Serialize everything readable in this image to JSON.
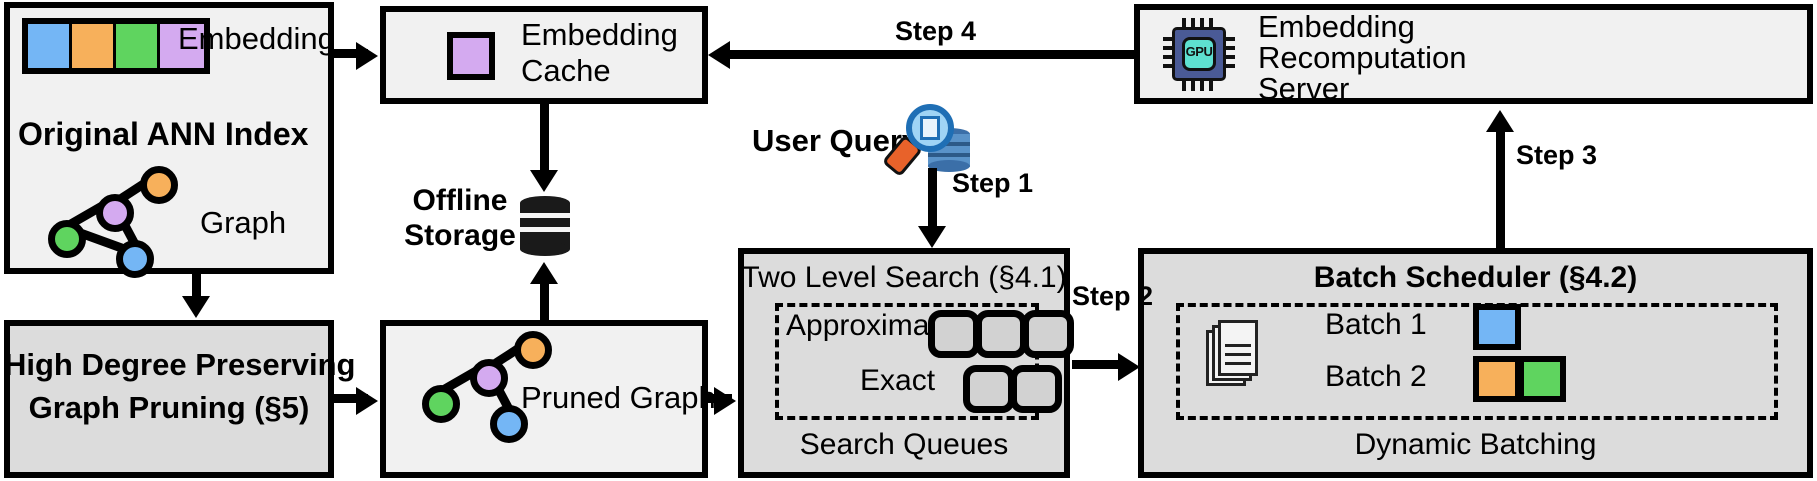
{
  "diagram": {
    "title": "ANN index with embedding cache and recomputation pipeline",
    "palette": {
      "blue": "#74b6f5",
      "orange": "#f7b05b",
      "green": "#5fd45f",
      "purple": "#d4aaf0",
      "box_fill": "#f1f1f1",
      "shaded_fill": "#dcdcdc",
      "queue_fill": "#d2d2d2",
      "stroke": "#000000",
      "gpu_chip": "#4a5a96",
      "gpu_core": "#5ee0d0",
      "magnifier_lens": "#9fd4f5",
      "magnifier_rim": "#1f6fb5",
      "magnifier_handle": "#e8622a"
    }
  },
  "blocks": {
    "ann_index": {
      "title": "Original ANN Index",
      "embedding_label": "Embedding",
      "graph_label": "Graph",
      "embedding_swatches": [
        "blue",
        "orange",
        "green",
        "purple"
      ],
      "graph_nodes": [
        "orange",
        "purple",
        "green",
        "blue"
      ]
    },
    "embedding_cache": {
      "line1": "Embedding",
      "line2": "Cache",
      "swatch": "purple"
    },
    "recomputation_server": {
      "line1": "Embedding",
      "line2": "Recomputation",
      "line3": "Server",
      "icon": "gpu-chip-icon",
      "icon_label": "GPU"
    },
    "offline_storage": {
      "line1": "Offline",
      "line2": "Storage",
      "icon": "database-cylinder-icon"
    },
    "graph_pruning": {
      "line1": "High Degree Preserving",
      "line2": "Graph Pruning (§5)"
    },
    "pruned_graph": {
      "label": "Pruned Graph",
      "graph_nodes": [
        "orange",
        "purple",
        "green",
        "blue"
      ]
    },
    "user_query": {
      "label": "User Query",
      "icon": "query-search-database-icon"
    },
    "two_level_search": {
      "title": "Two Level Search (§4.1)",
      "rows": [
        {
          "label": "Approximate",
          "queue_count": 3
        },
        {
          "label": "Exact",
          "queue_count": 2
        }
      ],
      "footer": "Search Queues"
    },
    "batch_scheduler": {
      "title": "Batch Scheduler (§4.2)",
      "icon": "documents-stack-icon",
      "batches": [
        {
          "label": "Batch 1",
          "swatches": [
            "blue"
          ]
        },
        {
          "label": "Batch 2",
          "swatches": [
            "orange",
            "green"
          ]
        }
      ],
      "footer": "Dynamic Batching"
    }
  },
  "steps": {
    "step1": "Step 1",
    "step2": "Step 2",
    "step3": "Step 3",
    "step4": "Step 4"
  }
}
